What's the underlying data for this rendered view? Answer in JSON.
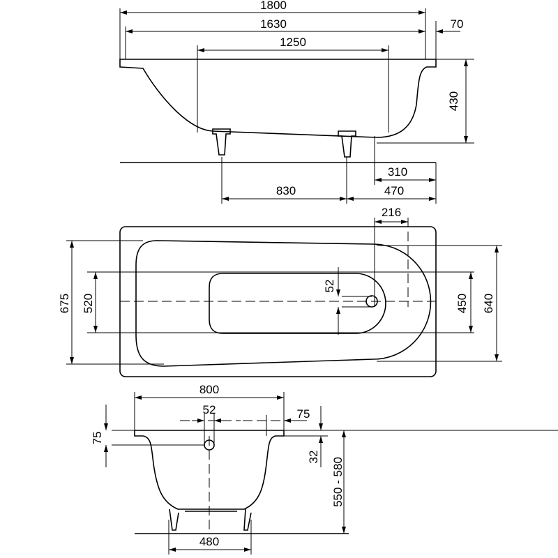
{
  "side_view": {
    "d1800": "1800",
    "d1630": "1630",
    "d70": "70",
    "d1250": "1250",
    "d430": "430",
    "d310": "310",
    "d830": "830",
    "d470": "470"
  },
  "plan_view": {
    "d216": "216",
    "d52": "52",
    "d675": "675",
    "d520": "520",
    "d450": "450",
    "d640": "640"
  },
  "end_view": {
    "d800": "800",
    "d52": "52",
    "d75_right": "75",
    "d75_left": "75",
    "d32": "32",
    "d550_580": "550 - 580",
    "d480": "480"
  }
}
